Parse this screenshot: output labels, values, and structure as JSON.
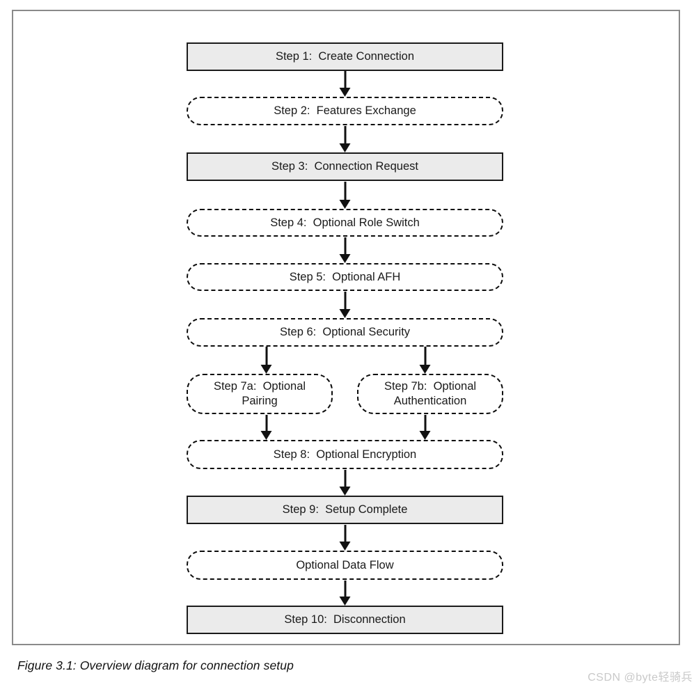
{
  "diagram": {
    "boxes": [
      {
        "id": "step1",
        "label": "Step 1:  Create Connection",
        "style": "solid"
      },
      {
        "id": "step2",
        "label": "Step 2:  Features Exchange",
        "style": "dashed"
      },
      {
        "id": "step3",
        "label": "Step 3:  Connection Request",
        "style": "solid"
      },
      {
        "id": "step4",
        "label": "Step 4:  Optional Role Switch",
        "style": "dashed"
      },
      {
        "id": "step5",
        "label": "Step 5:  Optional AFH",
        "style": "dashed"
      },
      {
        "id": "step6",
        "label": "Step 6:  Optional Security",
        "style": "dashed"
      },
      {
        "id": "step7a",
        "label": "Step 7a:  Optional\nPairing",
        "style": "dashed"
      },
      {
        "id": "step7b",
        "label": "Step 7b:  Optional\nAuthentication",
        "style": "dashed"
      },
      {
        "id": "step8",
        "label": "Step 8:  Optional Encryption",
        "style": "dashed"
      },
      {
        "id": "step9",
        "label": "Step 9:  Setup Complete",
        "style": "solid"
      },
      {
        "id": "dataflow",
        "label": "Optional Data Flow",
        "style": "dashed"
      },
      {
        "id": "step10",
        "label": "Step 10:  Disconnection",
        "style": "solid"
      }
    ],
    "colors": {
      "solid_box_fill": "#ebebeb",
      "solid_box_border": "#1b1b1b",
      "dashed_box_fill": "#ffffff",
      "dashed_box_border": "#0d0d0d",
      "frame_border": "#8a8a8a",
      "arrow": "#111111",
      "text": "#1a1a1a",
      "watermark": "#c9c9c9"
    }
  },
  "caption": {
    "text": "Figure 3.1: Overview diagram for connection setup"
  },
  "watermark": {
    "text": "CSDN @byte轻骑兵"
  }
}
